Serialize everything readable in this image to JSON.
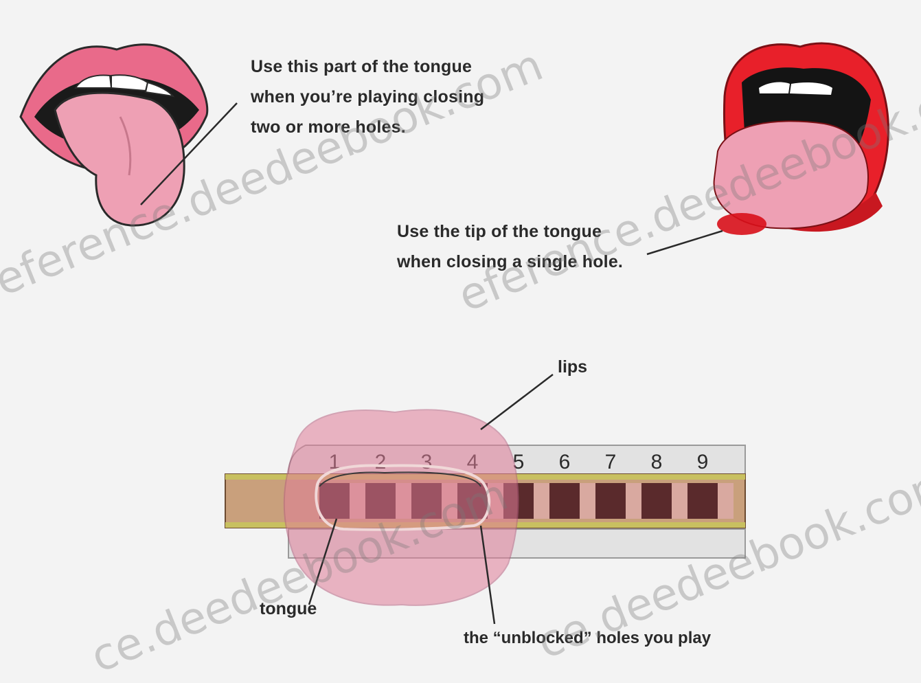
{
  "captions": {
    "tongue_part": [
      "Use this part of the tongue",
      "when you’re playing closing",
      "two or more holes."
    ],
    "tongue_tip": [
      "Use the tip of the tongue",
      "when closing a single hole."
    ]
  },
  "labels": {
    "lips": "lips",
    "tongue": "tongue",
    "unblocked": "the “unblocked” holes you play"
  },
  "harmonica": {
    "hole_numbers": [
      "1",
      "2",
      "3",
      "4",
      "5",
      "6",
      "7",
      "8",
      "9"
    ]
  },
  "watermarks": [
    "eference.deedeebook.com",
    "eference.deedeebook.com",
    "ce.deedeebook.com",
    "ce.deedeebook.com"
  ],
  "colors": {
    "background": "#f3f3f3",
    "lip_pink": "#e96a8a",
    "lip_red": "#e8202a",
    "tongue_pink": "#eea0b4",
    "harmonica_brown": "#c9a07c",
    "hole_dark": "#5a2a2c"
  }
}
